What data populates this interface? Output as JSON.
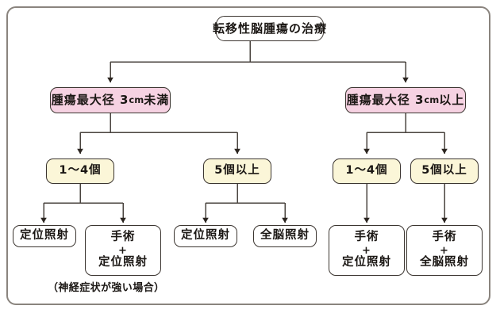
{
  "diagram": {
    "title_node": {
      "id": "root",
      "label": "転移性脳腫瘍の治療"
    },
    "level1": [
      {
        "id": "size-under-3cm",
        "label_pre": "腫瘍最大径 3",
        "unit": "cm",
        "label_post": "未満",
        "color": "#f6d2e2"
      },
      {
        "id": "size-over-3cm",
        "label_pre": "腫瘍最大径 3",
        "unit": "cm",
        "label_post": "以上",
        "color": "#f6d2e2"
      }
    ],
    "level2": [
      {
        "id": "count-1-4-left",
        "label": "1〜4個",
        "color": "#fbf6d8"
      },
      {
        "id": "count-5plus-left",
        "label": "5個以上",
        "color": "#fbf6d8"
      },
      {
        "id": "count-1-4-right",
        "label": "1〜4個",
        "color": "#fbf6d8"
      },
      {
        "id": "count-5plus-right",
        "label": "5個以上",
        "color": "#fbf6d8"
      }
    ],
    "level3": [
      {
        "id": "tx-stereotactic-a",
        "line1": "定位照射",
        "plus": "",
        "line2": ""
      },
      {
        "id": "tx-surgery-stereotactic-a",
        "line1": "手術",
        "plus": "+",
        "line2": "定位照射"
      },
      {
        "id": "tx-stereotactic-b",
        "line1": "定位照射",
        "plus": "",
        "line2": ""
      },
      {
        "id": "tx-wholebrain-b",
        "line1": "全脳照射",
        "plus": "",
        "line2": ""
      },
      {
        "id": "tx-surgery-stereotactic-c",
        "line1": "手術",
        "plus": "+",
        "line2": "定位照射"
      },
      {
        "id": "tx-surgery-wholebrain-d",
        "line1": "手術",
        "plus": "+",
        "line2": "全脳照射"
      }
    ],
    "caption": "（神経症状が強い場合）",
    "colors": {
      "frame_border": "#8a847e",
      "node_border": "#3b3530",
      "connector": "#2b2520",
      "pink_fill": "#f6d2e2",
      "yellow_fill": "#fbf6d8",
      "white_fill": "#ffffff",
      "text": "#1b1714"
    }
  }
}
